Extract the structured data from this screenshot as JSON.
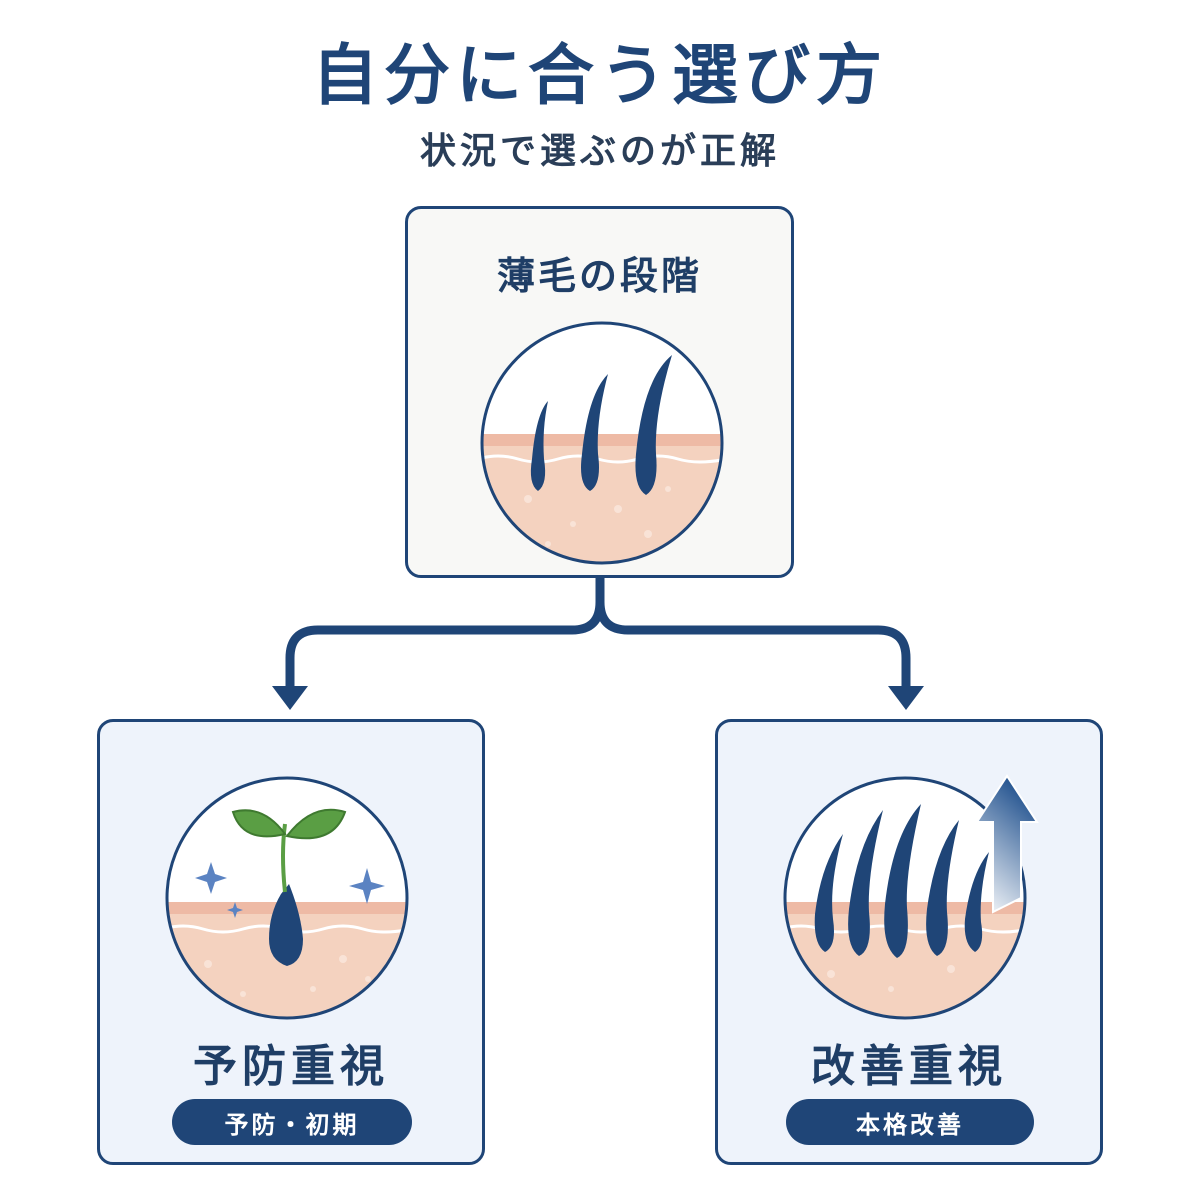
{
  "title": "自分に合う選び方",
  "subtitle": "状況で選ぶのが正解",
  "stage_box": {
    "label": "薄毛の段階",
    "icon": "hair-follicles-thinning-icon"
  },
  "branches": [
    {
      "label": "予防重視",
      "tag": "予防・初期",
      "icon": "sprout-on-scalp-icon"
    },
    {
      "label": "改善重視",
      "tag": "本格改善",
      "icon": "dense-hair-growth-up-arrow-icon"
    }
  ],
  "colors": {
    "navy": "#1f4577",
    "skin": "#f4d2bf",
    "skin_line": "#e3a893",
    "leaf": "#5a9e44",
    "card_bg": "#eef3fb",
    "top_bg": "#f8f8f6"
  }
}
